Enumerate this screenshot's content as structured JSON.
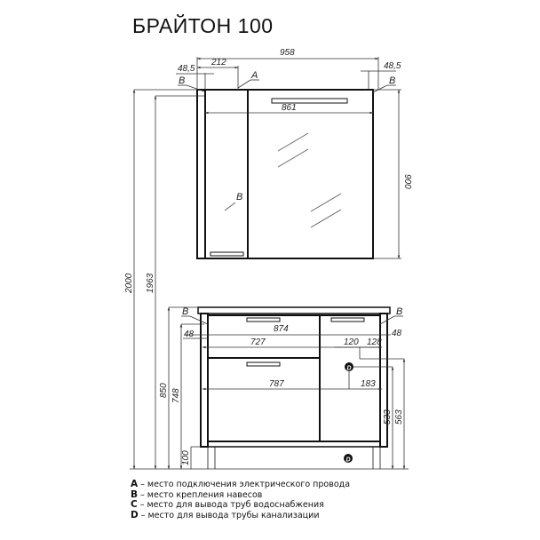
{
  "title": "БРАЙТОН 100",
  "dimensions": {
    "overall_width": "958",
    "offset_a": "212",
    "hinge_left": "48,5",
    "hinge_right": "48,5",
    "inner_width": "861",
    "cabinet_height": "900",
    "total_height": "2000",
    "mount_height": "1963",
    "vanity_height": "850",
    "vanity_mount_height": "748",
    "leg_height": "100",
    "vanity_hinge_left": "48",
    "vanity_hinge_right": "48",
    "vanity_width_874": "874",
    "vanity_727": "727",
    "vanity_787": "787",
    "vanity_120": "120",
    "vanity_128": "128",
    "vanity_183": "183",
    "vanity_533": "533",
    "vanity_563": "563"
  },
  "markers": {
    "a": "A",
    "b": "B",
    "d": "D"
  },
  "legend": [
    {
      "key": "A",
      "text": " – место подключения электрического провода"
    },
    {
      "key": "B",
      "text": " – место крепления навесов"
    },
    {
      "key": "C",
      "text": " – место для вывода труб водоснабжения"
    },
    {
      "key": "D",
      "text": " – место для вывода трубы канализации"
    }
  ]
}
